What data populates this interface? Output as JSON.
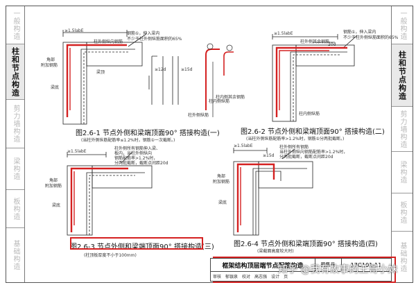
{
  "sidebar_left": {
    "items": [
      {
        "label": "一般构造",
        "active": false
      },
      {
        "label": "柱和节点构造",
        "active": true
      },
      {
        "label": "剪力墙构造",
        "active": false
      },
      {
        "label": "梁构造",
        "active": false
      },
      {
        "label": "板构造",
        "active": false
      },
      {
        "label": "基础构造",
        "active": false
      }
    ]
  },
  "sidebar_right": {
    "items": [
      {
        "label": "一般构造",
        "active": false
      },
      {
        "label": "柱和节点构造",
        "active": true
      },
      {
        "label": "剪力墙构造",
        "active": false
      },
      {
        "label": "梁构造",
        "active": false
      },
      {
        "label": "板构造",
        "active": false
      },
      {
        "label": "基础构造",
        "active": false
      }
    ]
  },
  "figures": {
    "fig1": {
      "caption": "图2.6-1 节点外侧和梁端顶面90° 搭接构造(一)",
      "note": "(当柱外侧纵筋配筋率≤1.2%时，钢筋①一次截断。)",
      "dim_top": "≥1.5labE",
      "anno_right_1": "钢筋①，伸入梁内",
      "anno_right_2": "不少于柱外侧纵筋面积的65%",
      "anno_top": "柱外侧纵向钢筋",
      "label_angle": "角部",
      "label_add": "附加钢筋",
      "label_beam_bottom": "梁底",
      "label_beam_top": "梁顶",
      "label_outer": "柱外侧纵筋",
      "label_inner_other": "柱内侧其余钢筋",
      "label_inner": "柱内侧纵筋",
      "detail_dim_1": "≥12d",
      "detail_dim_2": "≥15d"
    },
    "fig2": {
      "caption": "图2.6-2 节点外侧和梁端顶面90° 搭接构造(二)",
      "note": "(当柱外侧纵筋配筋率>1.2%时，钢筋①分两批截断。)",
      "dim_top": "≥1.5labE",
      "anno_right_1": "钢筋①，伸入梁内",
      "anno_right_2": "不少于柱外侧纵筋面积的65%",
      "anno_top": "柱外侧其余钢筋",
      "dim_20d": "20d",
      "label_inner": "柱内侧纵筋"
    },
    "fig3": {
      "caption": "图2.6-3 节点外侧和梁端顶面90° 搭接构造(三)",
      "note": "(柱顶板厚度不小于100mm)",
      "dim_top": "≥1.5labE",
      "anno_1": "柱外侧所有钢筋伸入梁、",
      "anno_2": "板内，当柱外侧纵向",
      "anno_3": "钢筋配筋率>1.2%时，",
      "anno_4": "分两批截断，截断点间距20d",
      "label_angle": "角部",
      "label_add": "附加钢筋",
      "label_beam_bottom": "梁底"
    },
    "fig4": {
      "caption": "图2.6-4 节点外侧和梁端顶面90° 搭接构造(四)",
      "note": "(梁截面高度较大时)",
      "dim_top": "≥1.5labE",
      "dim_15d": "≥15d",
      "anno_1": "柱外侧所有钢筋",
      "anno_2": "当柱外侧纵向钢筋配筋率>1.2%时，",
      "anno_3": "分两批截断，截断点间距20d",
      "label_angle": "角部",
      "label_add": "附加钢筋",
      "label_beam_bottom": "梁底"
    }
  },
  "title_block": {
    "title": "框架结构顶层端节点配筋构造",
    "code_label": "图集号",
    "code": "17G101-11",
    "sign_row": [
      "审核",
      "郁银泉",
      "校对",
      "高志强",
      "设计",
      "页"
    ]
  },
  "watermark": "知乎 @我有故事的王哥小妹",
  "colors": {
    "rebar_red": "#d42020",
    "highlight": "#d42020",
    "line": "#222222",
    "side_text": "#b8b8b8"
  }
}
